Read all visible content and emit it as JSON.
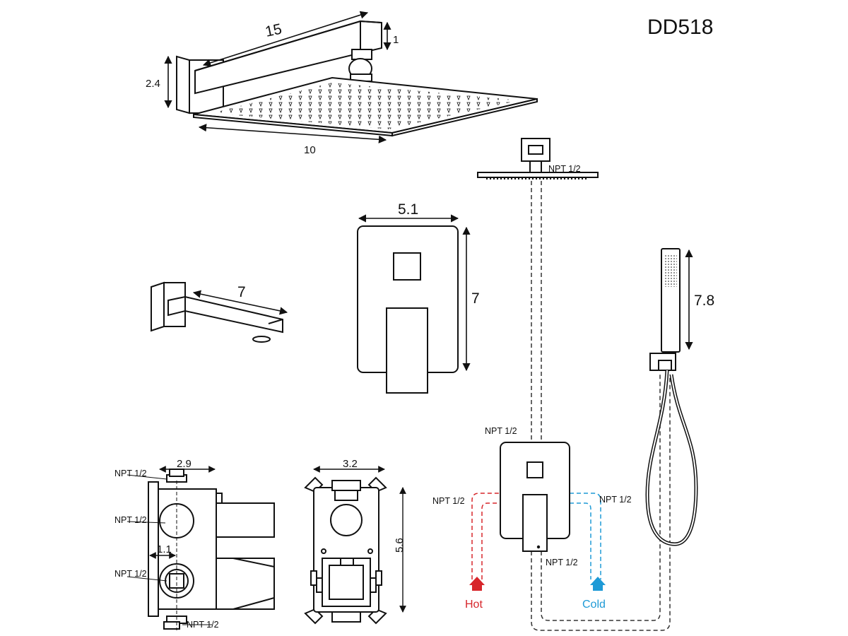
{
  "model": "DD518",
  "rain_shower": {
    "arm_length": "15",
    "arm_height": "1",
    "flange_height": "2.4",
    "head_width": "10"
  },
  "tub_spout": {
    "length": "7"
  },
  "trim_plate": {
    "width": "5.1",
    "height": "7"
  },
  "hand_shower": {
    "length": "7.8"
  },
  "valve_side": {
    "depth": "2.9",
    "offset": "1.1",
    "port_labels": [
      "NPT 1/2",
      "NPT 1/2",
      "NPT 1/2",
      "NPT 1/2"
    ]
  },
  "valve_front": {
    "width": "3.2",
    "height": "5.6"
  },
  "plumbing": {
    "top_label": "NPT 1/2",
    "head_label": "NPT 1/2",
    "left_label": "NPT 1/2",
    "right_label": "NPT 1/2",
    "bottom_label": "NPT 1/2",
    "hot_label": "Hot",
    "cold_label": "Cold"
  },
  "colors": {
    "hot": "#d7262b",
    "cold": "#1e9ad6",
    "line": "#111111"
  }
}
